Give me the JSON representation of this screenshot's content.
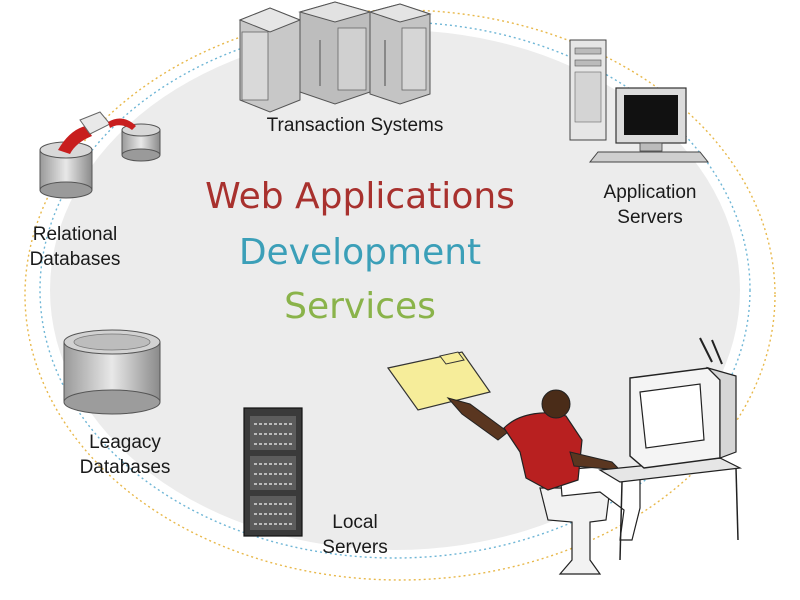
{
  "headline": {
    "line1": "Web Applications",
    "line2": "Development",
    "line3": "Services"
  },
  "nodes": {
    "transaction_systems": "Transaction Systems",
    "application_servers": [
      "Application",
      "Servers"
    ],
    "relational_databases": [
      "Relational",
      "Databases"
    ],
    "legacy_databases": [
      "Leagacy",
      "Databases"
    ],
    "local_servers": [
      "Local",
      "Servers"
    ]
  },
  "colors": {
    "headline_line1": "#a8312e",
    "headline_line2": "#3b9fb8",
    "headline_line3": "#8ab34a",
    "orbit_outer": "#e8b84a",
    "orbit_inner": "#6fb6d6",
    "ellipse_fill": "#ececec",
    "developer_shirt": "#b82020"
  }
}
